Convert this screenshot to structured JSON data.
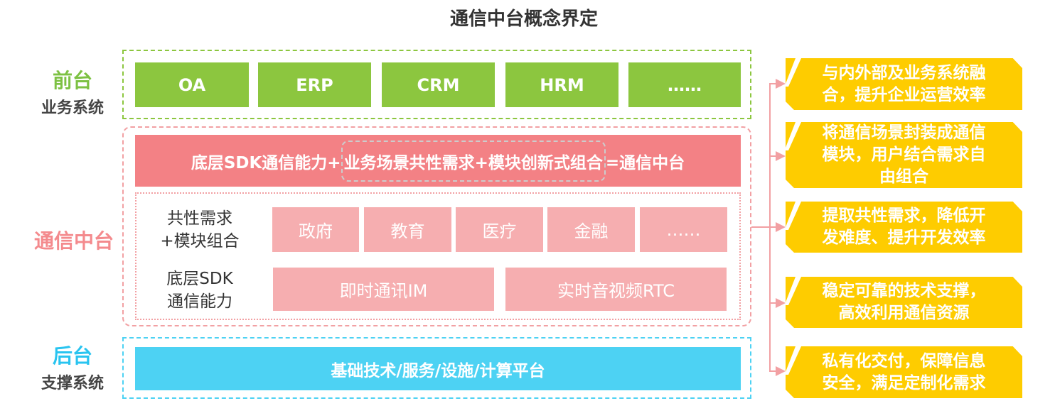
{
  "title": "通信中台概念界定",
  "layers": {
    "front": {
      "name": "前台",
      "sub": "业务系统",
      "color": "#7dc143"
    },
    "middle": {
      "name": "通信中台",
      "color": "#f48a8d"
    },
    "back": {
      "name": "后台",
      "sub": "支撑系统",
      "color": "#29c4f0"
    }
  },
  "front_systems": [
    "OA",
    "ERP",
    "CRM",
    "HRM",
    "……"
  ],
  "formula": {
    "part1": "底层SDK通信能力+",
    "part2": "业务场景共性需求+模块创新式组合",
    "part3": "=通信中台"
  },
  "row1": {
    "label1": "共性需求",
    "label2": "+模块组合",
    "items": [
      "政府",
      "教育",
      "医疗",
      "金融",
      "……"
    ]
  },
  "row2": {
    "label1": "底层SDK",
    "label2": "通信能力",
    "items": [
      "即时通讯IM",
      "实时音视频RTC"
    ]
  },
  "back_bar": "基础技术/服务/设施/计算平台",
  "benefits": [
    [
      "与内外部及业务系统融",
      "合，提升企业运营效率"
    ],
    [
      "将通信场景封装成通信",
      "模块，用户结合需求自",
      "由组合"
    ],
    [
      "提取共性需求，降低开",
      "发难度、提升开发效率"
    ],
    [
      "稳定可靠的技术支撑，",
      "高效利用通信资源"
    ],
    [
      "私有化交付，保障信息",
      "安全，满足定制化需求"
    ]
  ]
}
